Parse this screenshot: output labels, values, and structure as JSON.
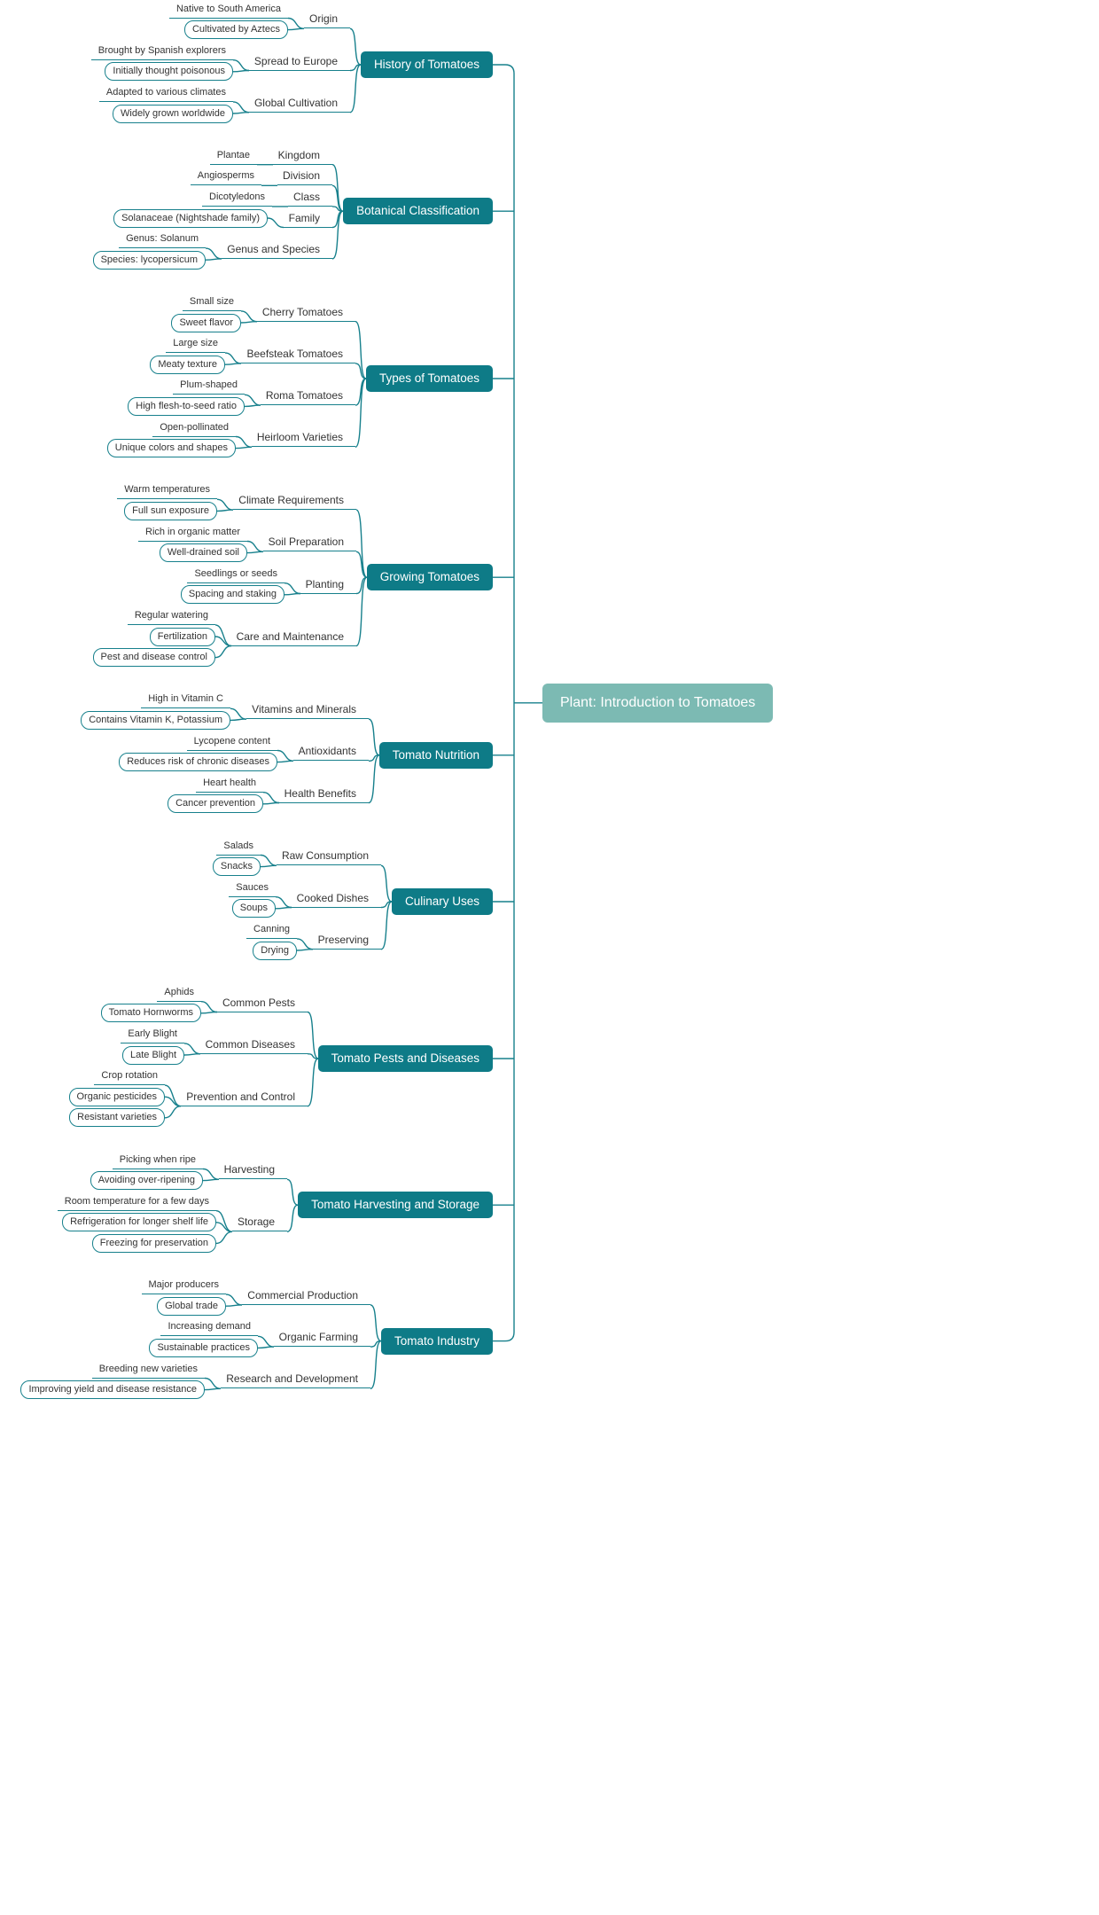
{
  "title": "Plant: Introduction to Tomatoes",
  "colors": {
    "branch_fill": "#0e7b87",
    "root_fill": "#7cbab3",
    "line": "#17808c",
    "leaf_text": "#333333",
    "node_text": "#ffffff",
    "background": "#ffffff"
  },
  "branches": [
    {
      "label": "History of Tomatoes",
      "children": [
        {
          "label": "Origin",
          "leaves": [
            {
              "label": "Native to South America",
              "boxed": false
            },
            {
              "label": "Cultivated by Aztecs",
              "boxed": true
            }
          ]
        },
        {
          "label": "Spread to Europe",
          "leaves": [
            {
              "label": "Brought by Spanish explorers",
              "boxed": false
            },
            {
              "label": "Initially thought poisonous",
              "boxed": true
            }
          ]
        },
        {
          "label": "Global Cultivation",
          "leaves": [
            {
              "label": "Adapted to various climates",
              "boxed": false
            },
            {
              "label": "Widely grown worldwide",
              "boxed": true
            }
          ]
        }
      ]
    },
    {
      "label": "Botanical Classification",
      "children": [
        {
          "label": "Kingdom",
          "leaves": [
            {
              "label": "Plantae",
              "boxed": false
            }
          ]
        },
        {
          "label": "Division",
          "leaves": [
            {
              "label": "Angiosperms",
              "boxed": false
            }
          ]
        },
        {
          "label": "Class",
          "leaves": [
            {
              "label": "Dicotyledons",
              "boxed": false
            }
          ]
        },
        {
          "label": "Family",
          "leaves": [
            {
              "label": "Solanaceae (Nightshade family)",
              "boxed": true
            }
          ]
        },
        {
          "label": "Genus and Species",
          "leaves": [
            {
              "label": "Genus: Solanum",
              "boxed": false
            },
            {
              "label": "Species: lycopersicum",
              "boxed": true
            }
          ]
        }
      ]
    },
    {
      "label": "Types of Tomatoes",
      "children": [
        {
          "label": "Cherry Tomatoes",
          "leaves": [
            {
              "label": "Small size",
              "boxed": false
            },
            {
              "label": "Sweet flavor",
              "boxed": true
            }
          ]
        },
        {
          "label": "Beefsteak Tomatoes",
          "leaves": [
            {
              "label": "Large size",
              "boxed": false
            },
            {
              "label": "Meaty texture",
              "boxed": true
            }
          ]
        },
        {
          "label": "Roma Tomatoes",
          "leaves": [
            {
              "label": "Plum-shaped",
              "boxed": false
            },
            {
              "label": "High flesh-to-seed ratio",
              "boxed": true
            }
          ]
        },
        {
          "label": "Heirloom Varieties",
          "leaves": [
            {
              "label": "Open-pollinated",
              "boxed": false
            },
            {
              "label": "Unique colors and shapes",
              "boxed": true
            }
          ]
        }
      ]
    },
    {
      "label": "Growing Tomatoes",
      "children": [
        {
          "label": "Climate Requirements",
          "leaves": [
            {
              "label": "Warm temperatures",
              "boxed": false
            },
            {
              "label": "Full sun exposure",
              "boxed": true
            }
          ]
        },
        {
          "label": "Soil Preparation",
          "leaves": [
            {
              "label": "Rich in organic matter",
              "boxed": false
            },
            {
              "label": "Well-drained soil",
              "boxed": true
            }
          ]
        },
        {
          "label": "Planting",
          "leaves": [
            {
              "label": "Seedlings or seeds",
              "boxed": false
            },
            {
              "label": "Spacing and staking",
              "boxed": true
            }
          ]
        },
        {
          "label": "Care and Maintenance",
          "leaves": [
            {
              "label": "Regular watering",
              "boxed": false
            },
            {
              "label": "Fertilization",
              "boxed": true
            },
            {
              "label": "Pest and disease control",
              "boxed": true
            }
          ]
        }
      ]
    },
    {
      "label": "Tomato Nutrition",
      "children": [
        {
          "label": "Vitamins and Minerals",
          "leaves": [
            {
              "label": "High in Vitamin C",
              "boxed": false
            },
            {
              "label": "Contains Vitamin K, Potassium",
              "boxed": true
            }
          ]
        },
        {
          "label": "Antioxidants",
          "leaves": [
            {
              "label": "Lycopene content",
              "boxed": false
            },
            {
              "label": "Reduces risk of chronic diseases",
              "boxed": true
            }
          ]
        },
        {
          "label": "Health Benefits",
          "leaves": [
            {
              "label": "Heart health",
              "boxed": false
            },
            {
              "label": "Cancer prevention",
              "boxed": true
            }
          ]
        }
      ]
    },
    {
      "label": "Culinary Uses",
      "children": [
        {
          "label": "Raw Consumption",
          "leaves": [
            {
              "label": "Salads",
              "boxed": false
            },
            {
              "label": "Snacks",
              "boxed": true
            }
          ]
        },
        {
          "label": "Cooked Dishes",
          "leaves": [
            {
              "label": "Sauces",
              "boxed": false
            },
            {
              "label": "Soups",
              "boxed": true
            }
          ]
        },
        {
          "label": "Preserving",
          "leaves": [
            {
              "label": "Canning",
              "boxed": false
            },
            {
              "label": "Drying",
              "boxed": true
            }
          ]
        }
      ]
    },
    {
      "label": "Tomato Pests and Diseases",
      "children": [
        {
          "label": "Common Pests",
          "leaves": [
            {
              "label": "Aphids",
              "boxed": false
            },
            {
              "label": "Tomato Hornworms",
              "boxed": true
            }
          ]
        },
        {
          "label": "Common Diseases",
          "leaves": [
            {
              "label": "Early Blight",
              "boxed": false
            },
            {
              "label": "Late Blight",
              "boxed": true
            }
          ]
        },
        {
          "label": "Prevention and Control",
          "leaves": [
            {
              "label": "Crop rotation",
              "boxed": false
            },
            {
              "label": "Organic pesticides",
              "boxed": true
            },
            {
              "label": "Resistant varieties",
              "boxed": true
            }
          ]
        }
      ]
    },
    {
      "label": "Tomato Harvesting and Storage",
      "children": [
        {
          "label": "Harvesting",
          "leaves": [
            {
              "label": "Picking when ripe",
              "boxed": false
            },
            {
              "label": "Avoiding over-ripening",
              "boxed": true
            }
          ]
        },
        {
          "label": "Storage",
          "leaves": [
            {
              "label": "Room temperature for a few days",
              "boxed": false
            },
            {
              "label": "Refrigeration for longer shelf life",
              "boxed": true
            },
            {
              "label": "Freezing for preservation",
              "boxed": true
            }
          ]
        }
      ]
    },
    {
      "label": "Tomato Industry",
      "children": [
        {
          "label": "Commercial Production",
          "leaves": [
            {
              "label": "Major producers",
              "boxed": false
            },
            {
              "label": "Global trade",
              "boxed": true
            }
          ]
        },
        {
          "label": "Organic Farming",
          "leaves": [
            {
              "label": "Increasing demand",
              "boxed": false
            },
            {
              "label": "Sustainable practices",
              "boxed": true
            }
          ]
        },
        {
          "label": "Research and Development",
          "leaves": [
            {
              "label": "Breeding new varieties",
              "boxed": false
            },
            {
              "label": "Improving yield and disease resistance",
              "boxed": true
            }
          ]
        }
      ]
    }
  ]
}
